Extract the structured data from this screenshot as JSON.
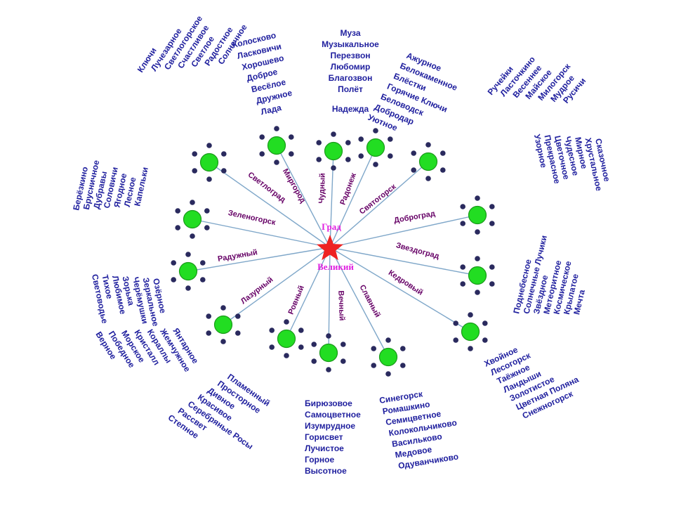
{
  "center": {
    "line1": "Град",
    "line2": "Великий",
    "star_color": "#ee2222",
    "label_color": "#e020e0"
  },
  "colors": {
    "spoke": "#7fa7c9",
    "node_fill": "#22dd22",
    "node_stroke": "#1a9a1a",
    "satellite": "#2a2a5e",
    "spoke_label": "#660066",
    "group_text": "#1f1f9e"
  },
  "spokes": [
    "Светлоград",
    "Миргород",
    "Чудный",
    "Радонеж",
    "Святогорск",
    "Доброград",
    "Звездоград",
    "Кедровый",
    "Славный",
    "Вечный",
    "Ровный",
    "Лазурный",
    "Радужный",
    "Зеленогорск"
  ],
  "groups": {
    "light": [
      "Ключи",
      "Лучезарное",
      "Светлогорское",
      "Счастливое",
      "Светлое",
      "Радостное",
      "Солнечное"
    ],
    "mir": [
      "Колосково",
      "Ласковичи",
      "Хорошево",
      "Доброе",
      "Весёлое",
      "Дружное",
      "Лада"
    ],
    "music": [
      "Муза",
      "Музыкальное",
      "Перезвон",
      "Любомир",
      "Благозвон",
      "Полёт",
      "Надежда"
    ],
    "azure": [
      "Ажурное",
      "Белокаменное",
      "Блёстки",
      "Горячие Ключи",
      "Беловодск",
      "Добродар",
      "Уютное"
    ],
    "brooks": [
      "Ручейки",
      "Ласточкино",
      "Весеннее",
      "Майское",
      "Милогорск",
      "Мудрое",
      "Русичи"
    ],
    "fairy": [
      "Сказочное",
      "Хрустальное",
      "Мирное",
      "Чудесное",
      "Цветочное",
      "Прекрасное",
      "Узорное"
    ],
    "sky": [
      "Поднебесное",
      "Солнечные Лучики",
      "Звёздное",
      "Метеоритное",
      "Космическое",
      "Крылатое",
      "Мечта"
    ],
    "forest": [
      "Хвойное",
      "Лесогорск",
      "Таёжное",
      "Ландыши",
      "Золотистое",
      "Цветная Поляна",
      "Снежногорск"
    ],
    "blue": [
      "Синегорск",
      "Ромашкино",
      "Семицветное",
      "Колокольчиково",
      "Васильково",
      "Медовое",
      "Одуванчиково"
    ],
    "gems": [
      "Бирюзовое",
      "Самоцветное",
      "Изумрудное",
      "Горисвет",
      "Лучистое",
      "Горное",
      "Высотное"
    ],
    "flame": [
      "Пламенный",
      "Просторное",
      "Дивное",
      "Красивое",
      "Серебряные Росы",
      "Рассвет",
      "Степное"
    ],
    "amber": [
      "Янтарное",
      "Жемчужное",
      "Кораллы",
      "Кристалл",
      "Морское",
      "Победное",
      "Верное"
    ],
    "lake": [
      "Озёрное",
      "Зеркальное",
      "Черёмушки",
      "Зорька",
      "Любимое",
      "Тихое",
      "Световодье"
    ],
    "birch": [
      "Берёзкино",
      "Брусничное",
      "Дубравы",
      "Соловичи",
      "Ягодное",
      "Лесное",
      "Капельки"
    ]
  }
}
